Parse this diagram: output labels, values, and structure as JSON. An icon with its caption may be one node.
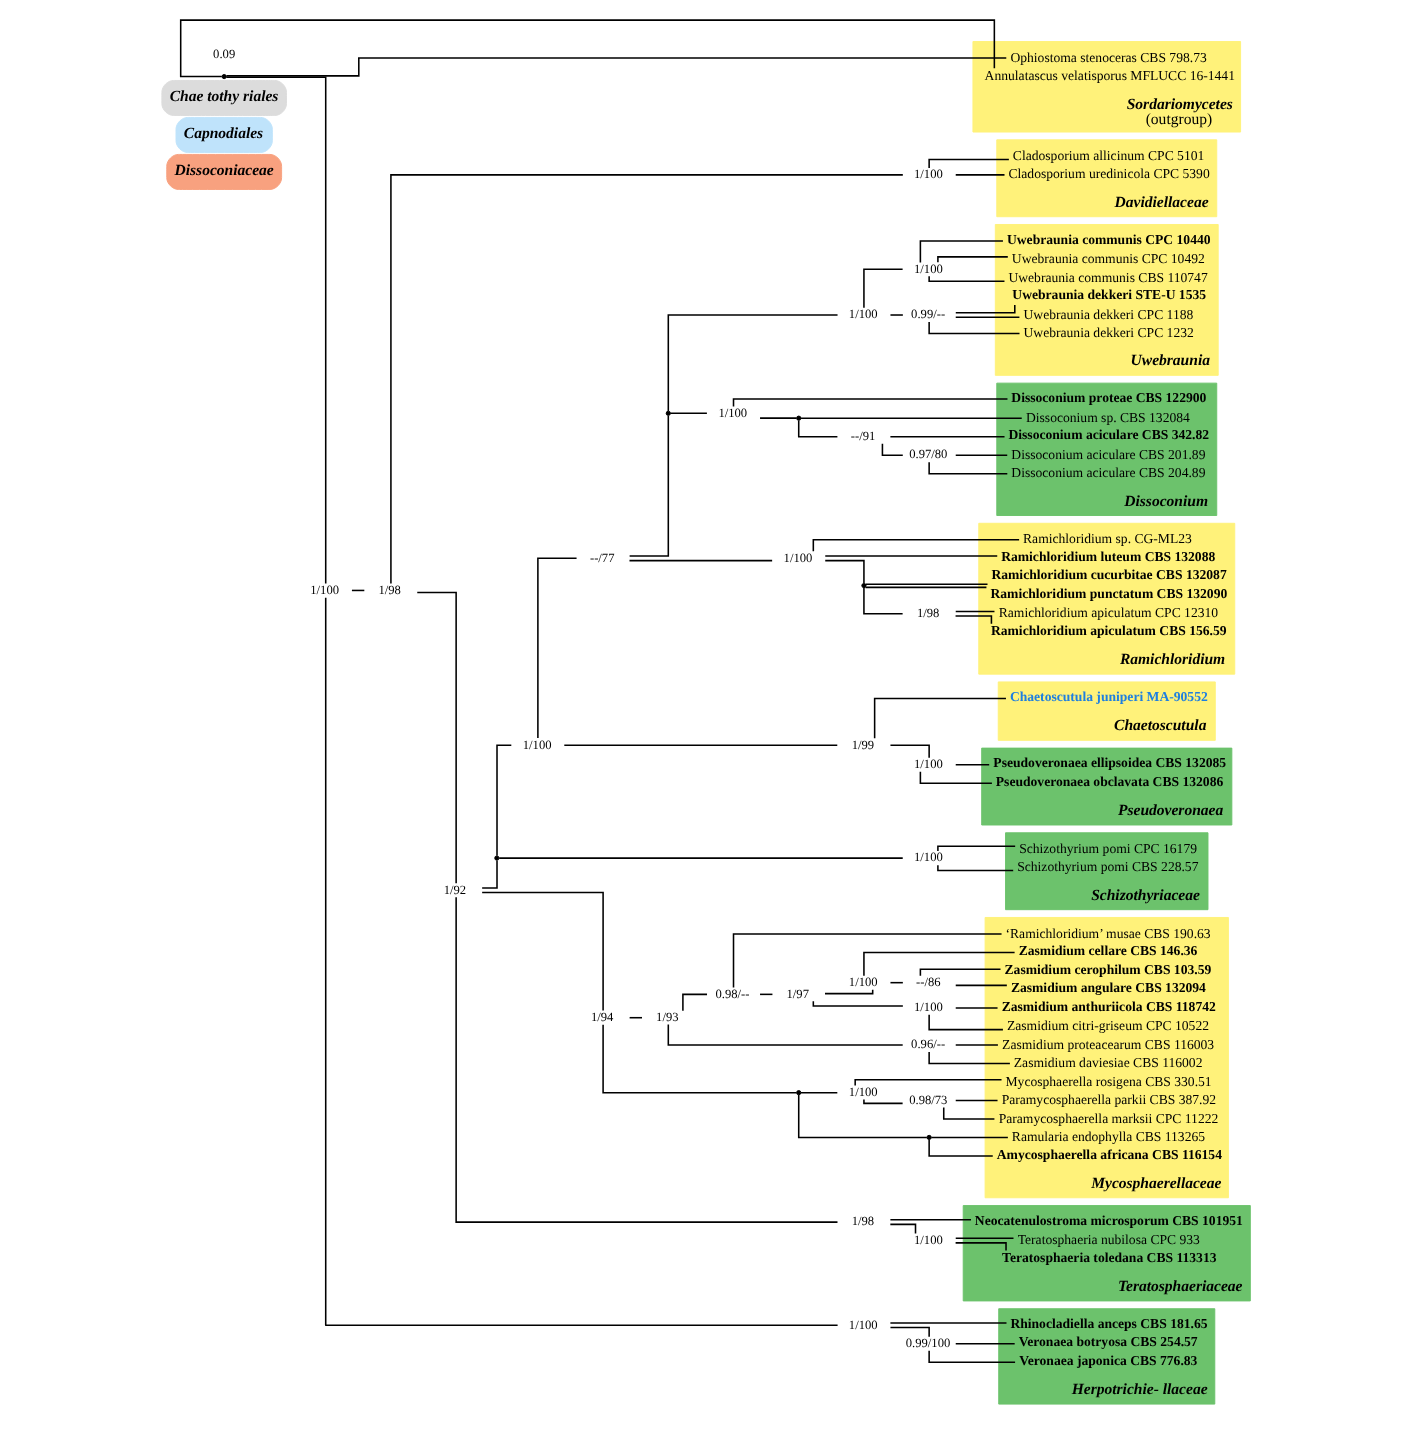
{
  "diagram": {
    "nodes": [
      {
        "text": [
          "Dissoconiaceae"
        ]
      },
      {
        "text": [
          "Capnodiales"
        ]
      },
      {
        "text": [
          "Chae tothy riales"
        ]
      },
      {
        "text": [
          "Uwebraunia"
        ]
      },
      {
        "text": [
          "Uwebraunia communis CPC 10440"
        ],
        "in": 3
      },
      {
        "text": [
          "Uwebraunia communis CPC 10492"
        ],
        "in": 3
      },
      {
        "text": [
          "Uwebraunia communis CBS 110747"
        ],
        "in": 3
      },
      {
        "text": [
          "Uwebraunia dekkeri STE-U 1535"
        ],
        "in": 3
      },
      {
        "text": [
          "Uwebraunia dekkeri CPC 1188"
        ],
        "in": 3
      },
      {
        "text": [
          "Uwebraunia dekkeri CPC 1232"
        ],
        "in": 3
      },
      {
        "text": [
          "Dissoconium"
        ]
      },
      {
        "text": [
          "Dissoconium aciculare CBS 201.89"
        ],
        "in": 10
      },
      {
        "text": [
          "Dissoconium aciculare CBS 204.89"
        ],
        "in": 10
      },
      {
        "text": [
          "Dissoconium aciculare CBS 342.82"
        ],
        "in": 10
      },
      {
        "text": [
          "Dissoconium sp. CBS 132084"
        ],
        "in": 10
      },
      {
        "text": [
          "Dissoconium proteae CBS 122900"
        ],
        "in": 10
      },
      {
        "text": [
          "Ramichloridium"
        ]
      },
      {
        "text": [
          "Ramichloridium apiculatum CPC 12310"
        ],
        "in": 16
      },
      {
        "text": [
          "Ramichloridium apiculatum CBS 156.59"
        ],
        "in": 16
      },
      {
        "text": [
          "Ramichloridium cucurbitae CBS 132087"
        ],
        "in": 16
      },
      {
        "text": [
          "Ramichloridium punctatum CBS 132090"
        ],
        "in": 16
      },
      {
        "text": [
          "Ramichloridium sp. CG-ML23"
        ],
        "in": 16
      },
      {
        "text": [
          "Ramichloridium luteum CBS 132088"
        ],
        "in": 16
      },
      {
        "text": [
          "Pseudoveronaea"
        ]
      },
      {
        "text": [
          "Pseudoveronaea ellipsoidea CBS 132085"
        ],
        "in": 23
      },
      {
        "text": [
          "Pseudoveronaea obclavata CBS 132086"
        ],
        "in": 23
      },
      {
        "text": [
          "Chaetoscutula"
        ]
      },
      {
        "text": [
          "Chaetoscutula juniperi MA-90552"
        ],
        "in": 26
      },
      {
        "text": [
          "Schizothyriaceae"
        ]
      },
      {
        "text": [
          "Schizothyrium pomi CPC 16179"
        ],
        "in": 28
      },
      {
        "text": [
          "Schizothyrium pomi CBS 228.57"
        ],
        "in": 28
      },
      {
        "text": [
          "Mycosphaerellaceae"
        ]
      },
      {
        "text": [
          "Zasmidium angulare CBS 132094"
        ],
        "in": 31
      },
      {
        "text": [
          "Zasmidium cerophilum CBS 103.59"
        ],
        "in": 31
      },
      {
        "text": [
          "Zasmidium cellare CBS 146.36"
        ],
        "in": 31
      },
      {
        "text": [
          "Zasmidium anthuriicola CBS 118742"
        ],
        "in": 31
      },
      {
        "text": [
          "Zasmidium citri-griseum CPC 10522"
        ],
        "in": 31
      },
      {
        "text": [
          "‘Ramichloridium’ musae CBS 190.63"
        ],
        "in": 31
      },
      {
        "text": [
          "Zasmidium daviesiae CBS 116002"
        ],
        "in": 31
      },
      {
        "text": [
          "Zasmidium proteacearum CBS 116003"
        ],
        "in": 31
      },
      {
        "text": [
          "Paramycosphaerella parkii CBS 387.92"
        ],
        "in": 31
      },
      {
        "text": [
          "Paramycosphaerella marksii CPC 11222"
        ],
        "in": 31
      },
      {
        "text": [
          "Mycosphaerella rosigena CBS 330.51"
        ],
        "in": 31
      },
      {
        "text": [
          "Amycosphaerella africana CBS 116154"
        ],
        "in": 31
      },
      {
        "text": [
          "Ramularia endophylla CBS 113265"
        ],
        "in": 31
      },
      {
        "text": [
          "Teratosphaeriaceae"
        ]
      },
      {
        "text": [
          "Teratosphaeria nubilosa CPC 933"
        ],
        "in": 45
      },
      {
        "text": [
          "Teratosphaeria toledana CBS 113313"
        ],
        "in": 45
      },
      {
        "text": [
          "Neocatenulostroma microsporum CBS 101951"
        ],
        "in": 45
      },
      {
        "text": [
          "Davidiellaceae"
        ]
      },
      {
        "text": [
          "Cladosporium allicinum CPC 5101"
        ],
        "in": 49
      },
      {
        "text": [
          "Cladosporium uredinicola CPC 5390"
        ],
        "in": 49
      },
      {
        "text": [
          "Herpotrichie- llaceae"
        ]
      },
      {
        "text": [
          "Veronaea botryosa CBS 254.57"
        ],
        "in": 52
      },
      {
        "text": [
          "Veronaea japonica CBS 776.83"
        ],
        "in": 52
      },
      {
        "text": [
          "Rhinocladiella anceps CBS 181.65"
        ],
        "in": 52
      },
      {
        "text": [
          "Sordariomycetes",
          "(outgroup)"
        ]
      },
      {
        "text": [
          "Ophiostoma stenoceras CBS 798.73"
        ],
        "in": 56
      },
      {
        "text": [
          "Annulatascus velatisporus MFLUCC 16-1441"
        ],
        "in": 56
      },
      {
        "text": [],
        "shape": "point"
      },
      {
        "text": [
          "1/100"
        ]
      },
      {
        "text": [
          "1/98"
        ]
      },
      {
        "text": [
          "1/100"
        ]
      },
      {
        "text": [
          "0.99/100"
        ]
      },
      {
        "text": [
          "1/100"
        ]
      },
      {
        "text": [
          "1/92"
        ]
      },
      {
        "text": [],
        "shape": "point"
      },
      {
        "text": [
          "1/100"
        ]
      },
      {
        "text": [
          "1/100"
        ]
      },
      {
        "text": [
          "--/77"
        ]
      },
      {
        "text": [],
        "shape": "point"
      },
      {
        "text": [
          "1/100"
        ]
      },
      {
        "text": [
          "1/100"
        ]
      },
      {
        "text": [
          "0.99/--"
        ]
      },
      {
        "text": [
          "1/100"
        ]
      },
      {
        "text": [],
        "shape": "point"
      },
      {
        "text": [
          "--/91"
        ]
      },
      {
        "text": [
          "0.97/80"
        ]
      },
      {
        "text": [
          "1/100"
        ]
      },
      {
        "text": [],
        "shape": "point"
      },
      {
        "text": [
          "1/98"
        ]
      },
      {
        "text": [
          "1/99"
        ]
      },
      {
        "text": [
          "1/100"
        ]
      },
      {
        "text": [
          "1/94"
        ]
      },
      {
        "text": [
          "1/93"
        ]
      },
      {
        "text": [
          "0.98/--"
        ]
      },
      {
        "text": [
          "1/97"
        ]
      },
      {
        "text": [
          "1/100"
        ]
      },
      {
        "text": [
          "--/86"
        ]
      },
      {
        "text": [
          "1/100"
        ]
      },
      {
        "text": [
          "0.96/--"
        ]
      },
      {
        "text": [],
        "shape": "point"
      },
      {
        "text": [
          "1/100"
        ]
      },
      {
        "text": [
          "0.98/73"
        ]
      },
      {
        "text": [],
        "shape": "point"
      },
      {
        "text": [
          "1/98"
        ]
      },
      {
        "text": [
          "1/100"
        ]
      }
    ],
    "edges": [
      {
        "from": 59,
        "to": 60,
        "arrow": "none"
      },
      {
        "from": 59,
        "to": 57,
        "arrow": "none"
      },
      {
        "from": 59,
        "to": 58,
        "arrow": "none"
      },
      {
        "from": 60,
        "to": 61,
        "arrow": "none"
      },
      {
        "from": 60,
        "to": 62,
        "arrow": "none"
      },
      {
        "from": 62,
        "to": 63,
        "arrow": "none"
      },
      {
        "from": 62,
        "to": 55,
        "arrow": "none"
      },
      {
        "from": 63,
        "to": 53,
        "arrow": "none"
      },
      {
        "from": 63,
        "to": 54,
        "arrow": "none"
      },
      {
        "from": 61,
        "to": 65,
        "arrow": "none"
      },
      {
        "from": 61,
        "to": 64,
        "arrow": "none"
      },
      {
        "from": 64,
        "to": 50,
        "arrow": "none"
      },
      {
        "from": 64,
        "to": 51,
        "arrow": "none"
      },
      {
        "from": 65,
        "to": 66,
        "arrow": "none"
      },
      {
        "from": 65,
        "to": 83,
        "arrow": "none"
      },
      {
        "from": 65,
        "to": 95,
        "arrow": "none"
      },
      {
        "from": 66,
        "to": 67,
        "arrow": "none"
      },
      {
        "from": 66,
        "to": 68,
        "arrow": "none"
      },
      {
        "from": 68,
        "to": 29,
        "arrow": "none"
      },
      {
        "from": 68,
        "to": 30,
        "arrow": "none"
      },
      {
        "from": 67,
        "to": 69,
        "arrow": "none"
      },
      {
        "from": 67,
        "to": 81,
        "arrow": "none"
      },
      {
        "from": 69,
        "to": 70,
        "arrow": "none"
      },
      {
        "from": 69,
        "to": 78,
        "arrow": "none"
      },
      {
        "from": 70,
        "to": 71,
        "arrow": "none"
      },
      {
        "from": 70,
        "to": 74,
        "arrow": "none"
      },
      {
        "from": 71,
        "to": 72,
        "arrow": "none"
      },
      {
        "from": 71,
        "to": 73,
        "arrow": "none"
      },
      {
        "from": 72,
        "to": 4,
        "arrow": "none"
      },
      {
        "from": 72,
        "to": 5,
        "arrow": "none"
      },
      {
        "from": 72,
        "to": 6,
        "arrow": "none"
      },
      {
        "from": 73,
        "to": 7,
        "arrow": "none"
      },
      {
        "from": 73,
        "to": 8,
        "arrow": "none"
      },
      {
        "from": 73,
        "to": 9,
        "arrow": "none"
      },
      {
        "from": 74,
        "to": 75,
        "arrow": "none"
      },
      {
        "from": 74,
        "to": 15,
        "arrow": "none"
      },
      {
        "from": 75,
        "to": 76,
        "arrow": "none"
      },
      {
        "from": 75,
        "to": 14,
        "arrow": "none"
      },
      {
        "from": 76,
        "to": 77,
        "arrow": "none"
      },
      {
        "from": 76,
        "to": 13,
        "arrow": "none"
      },
      {
        "from": 77,
        "to": 11,
        "arrow": "none"
      },
      {
        "from": 77,
        "to": 12,
        "arrow": "none"
      },
      {
        "from": 78,
        "to": 79,
        "arrow": "none"
      },
      {
        "from": 78,
        "to": 21,
        "arrow": "none"
      },
      {
        "from": 78,
        "to": 22,
        "arrow": "none"
      },
      {
        "from": 79,
        "to": 80,
        "arrow": "none"
      },
      {
        "from": 79,
        "to": 19,
        "arrow": "none"
      },
      {
        "from": 79,
        "to": 20,
        "arrow": "none"
      },
      {
        "from": 80,
        "to": 17,
        "arrow": "none"
      },
      {
        "from": 80,
        "to": 18,
        "arrow": "none"
      },
      {
        "from": 81,
        "to": 82,
        "arrow": "none"
      },
      {
        "from": 81,
        "to": 27,
        "arrow": "none"
      },
      {
        "from": 82,
        "to": 24,
        "arrow": "none"
      },
      {
        "from": 82,
        "to": 25,
        "arrow": "none"
      },
      {
        "from": 83,
        "to": 84,
        "arrow": "none"
      },
      {
        "from": 83,
        "to": 91,
        "arrow": "none"
      },
      {
        "from": 84,
        "to": 85,
        "arrow": "none"
      },
      {
        "from": 84,
        "to": 90,
        "arrow": "none"
      },
      {
        "from": 85,
        "to": 86,
        "arrow": "none"
      },
      {
        "from": 85,
        "to": 37,
        "arrow": "none"
      },
      {
        "from": 86,
        "to": 87,
        "arrow": "none"
      },
      {
        "from": 86,
        "to": 89,
        "arrow": "none"
      },
      {
        "from": 87,
        "to": 88,
        "arrow": "none"
      },
      {
        "from": 87,
        "to": 34,
        "arrow": "none"
      },
      {
        "from": 88,
        "to": 32,
        "arrow": "none"
      },
      {
        "from": 88,
        "to": 33,
        "arrow": "none"
      },
      {
        "from": 89,
        "to": 35,
        "arrow": "none"
      },
      {
        "from": 89,
        "to": 36,
        "arrow": "none"
      },
      {
        "from": 90,
        "to": 38,
        "arrow": "none"
      },
      {
        "from": 90,
        "to": 39,
        "arrow": "none"
      },
      {
        "from": 91,
        "to": 92,
        "arrow": "none"
      },
      {
        "from": 91,
        "to": 94,
        "arrow": "none"
      },
      {
        "from": 92,
        "to": 93,
        "arrow": "none"
      },
      {
        "from": 92,
        "to": 42,
        "arrow": "none"
      },
      {
        "from": 93,
        "to": 40,
        "arrow": "none"
      },
      {
        "from": 93,
        "to": 41,
        "arrow": "none"
      },
      {
        "from": 94,
        "to": 43,
        "arrow": "none"
      },
      {
        "from": 94,
        "to": 44,
        "arrow": "none"
      },
      {
        "from": 95,
        "to": 96,
        "arrow": "none"
      },
      {
        "from": 95,
        "to": 48,
        "arrow": "none"
      },
      {
        "from": 96,
        "to": 46,
        "arrow": "none"
      },
      {
        "from": 96,
        "to": 47,
        "arrow": "none"
      }
    ],
    "labels": [
      "0.09"
    ]
  }
}
